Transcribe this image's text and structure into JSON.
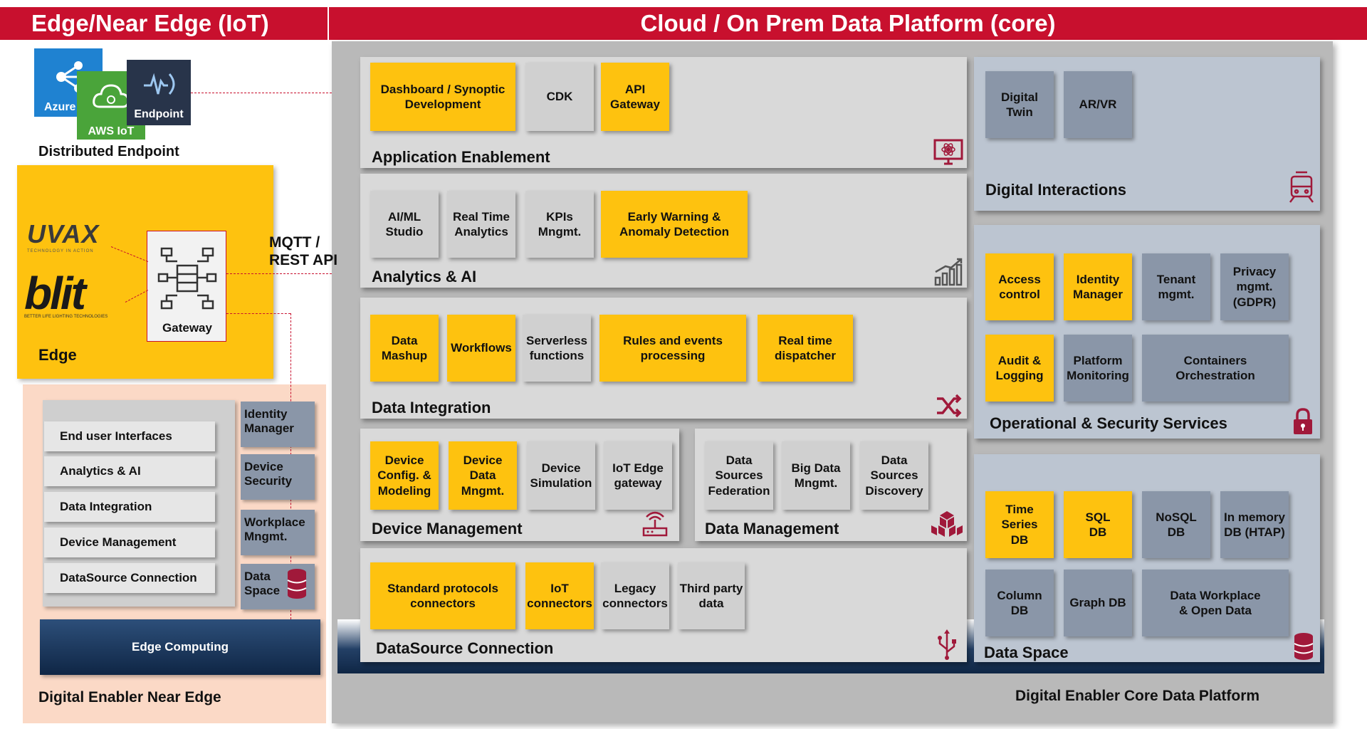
{
  "headers": {
    "left": "Edge/Near Edge (IoT)",
    "right": "Cloud / On Prem Data Platform (core)"
  },
  "endpoint": {
    "azure_label": "Azure",
    "aws_label": "AWS IoT",
    "endpoint_label": "Endpoint",
    "title": "Distributed Endpoint"
  },
  "edge": {
    "uvax_logo": "UVAX",
    "uvax_tagline": "TECHNOLOGY IN ACTION",
    "blit_logo": "blit",
    "blit_tagline": "BETTER LIFE LIGHTING TECHNOLOGIES",
    "gateway_label": "Gateway",
    "title": "Edge",
    "protocol": "MQTT /\nREST API"
  },
  "near_edge": {
    "rows": [
      "End user Interfaces",
      "Analytics & AI",
      "Data Integration",
      "Device Management",
      "DataSource Connection"
    ],
    "side": [
      "Identity\nManager",
      "Device\nSecurity",
      "Workplace\nMngmt.",
      "Data\nSpace"
    ],
    "edge_computing": "Edge Computing",
    "title": "Digital Enabler Near Edge"
  },
  "core": {
    "title": "Digital Enabler Core Data Platform",
    "application_enablement": {
      "title": "Application Enablement",
      "boxes": [
        "Dashboard / Synoptic\nDevelopment",
        "CDK",
        "API\nGateway"
      ]
    },
    "analytics": {
      "title": "Analytics & AI",
      "boxes": [
        "AI/ML\nStudio",
        "Real Time\nAnalytics",
        "KPIs\nMngmt.",
        "Early Warning &\nAnomaly Detection"
      ]
    },
    "data_integration": {
      "title": "Data Integration",
      "boxes": [
        "Data\nMashup",
        "Workflows",
        "Serverless\nfunctions",
        "Rules and events\nprocessing",
        "Real time\ndispatcher"
      ]
    },
    "device_management": {
      "title": "Device Management",
      "boxes": [
        "Device\nConfig. &\nModeling",
        "Device\nData\nMngmt.",
        "Device\nSimulation",
        "IoT Edge\ngateway"
      ]
    },
    "data_management": {
      "title": "Data Management",
      "boxes": [
        "Data\nSources\nFederation",
        "Big Data\nMngmt.",
        "Data\nSources\nDiscovery"
      ]
    },
    "datasource_connection": {
      "title": "DataSource Connection",
      "boxes": [
        "Standard protocols\nconnectors",
        "IoT\nconnectors",
        "Legacy\nconnectors",
        "Third party\ndata"
      ]
    },
    "digital_interactions": {
      "title": "Digital Interactions",
      "boxes": [
        "Digital\nTwin",
        "AR/VR"
      ]
    },
    "security": {
      "title": "Operational & Security Services",
      "boxes": [
        "Access\ncontrol",
        "Identity\nManager",
        "Tenant\nmgmt.",
        "Privacy\nmgmt.\n(GDPR)",
        "Audit &\nLogging",
        "Platform\nMonitoring",
        "Containers\nOrchestration"
      ]
    },
    "data_space": {
      "title": "Data Space",
      "boxes": [
        "Time\nSeries\nDB",
        "SQL\nDB",
        "NoSQL\nDB",
        "In memory\nDB (HTAP)",
        "Column\nDB",
        "Graph DB",
        "Data Workplace\n& Open Data"
      ]
    }
  },
  "colors": {
    "header_red": "#c8102e",
    "yellow": "#fec20f",
    "gray": "#d0d0d0",
    "slate": "#8a96a8",
    "navy": "#10284a",
    "icon_red": "#a0193a"
  }
}
